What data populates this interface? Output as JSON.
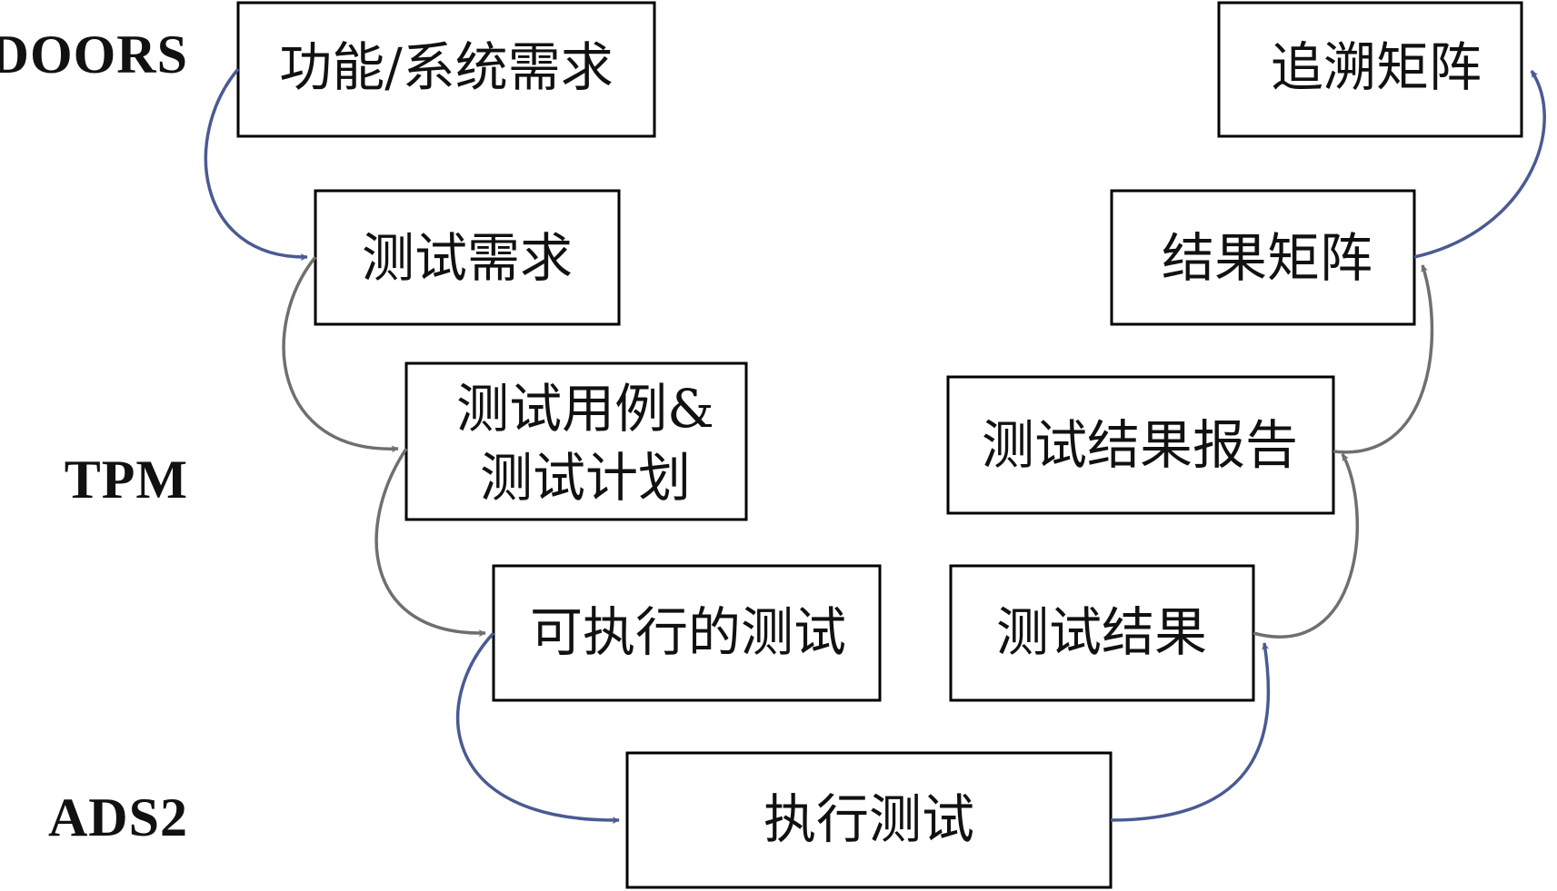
{
  "tools": {
    "doors": "DOORS",
    "tpm": "TPM",
    "ads2": "ADS2"
  },
  "boxes": {
    "functional_requirements": "功能/系统需求",
    "test_requirements": "测试需求",
    "test_cases_line1": "测试用例&",
    "test_cases_line2": "测试计划",
    "executable_tests": "可执行的测试",
    "execute_tests": "执行测试",
    "test_results": "测试结果",
    "test_result_report": "测试结果报告",
    "result_matrix": "结果矩阵",
    "traceability_matrix": "追溯矩阵"
  },
  "colors": {
    "arrow_blue": "#4a5a92",
    "arrow_gray": "#6f6f6f",
    "box_border": "#000000"
  }
}
